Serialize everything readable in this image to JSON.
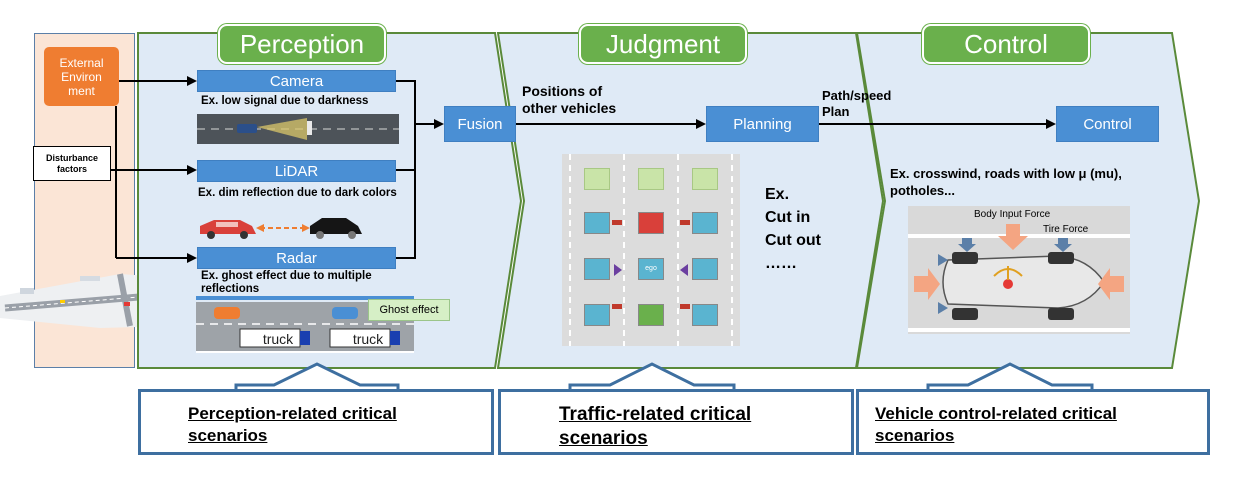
{
  "sections": {
    "perception": {
      "title": "Perception",
      "sensors": {
        "camera": "Camera",
        "lidar": "LiDAR",
        "radar": "Radar"
      },
      "notes": {
        "camera": "Ex. low signal due to darkness",
        "lidar": "Ex. dim reflection due to dark colors",
        "radar": "Ex. ghost effect due to multiple reflections"
      },
      "ghost_effect": "Ghost effect",
      "truck_label": "truck"
    },
    "judgment": {
      "title": "Judgment",
      "fusion": "Fusion",
      "positions_label": "Positions of other vehicles",
      "planning": "Planning",
      "examples": [
        "Ex.",
        "Cut in",
        "Cut out",
        "……"
      ],
      "grid_center": "ego"
    },
    "control": {
      "title": "Control",
      "path_plan": "Path/speed Plan",
      "control_box": "Control",
      "note": "Ex. crosswind, roads with low μ (mu), potholes...",
      "body_force": "Body Input Force",
      "tire_force": "Tire Force"
    }
  },
  "left": {
    "external": "External Environ ment",
    "disturbance": "Disturbance factors"
  },
  "bottom": {
    "perception": "Perception-related critical scenarios",
    "traffic": "Traffic-related critical scenarios",
    "vehicle": "Vehicle control-related critical scenarios"
  },
  "colors": {
    "section_bg": "#dfeaf6",
    "section_border": "#5a8a3a",
    "title_green": "#6ab04c",
    "blue_box": "#4a8fd4",
    "orange": "#ef7d31",
    "bottom_border": "#3e6fa0"
  }
}
